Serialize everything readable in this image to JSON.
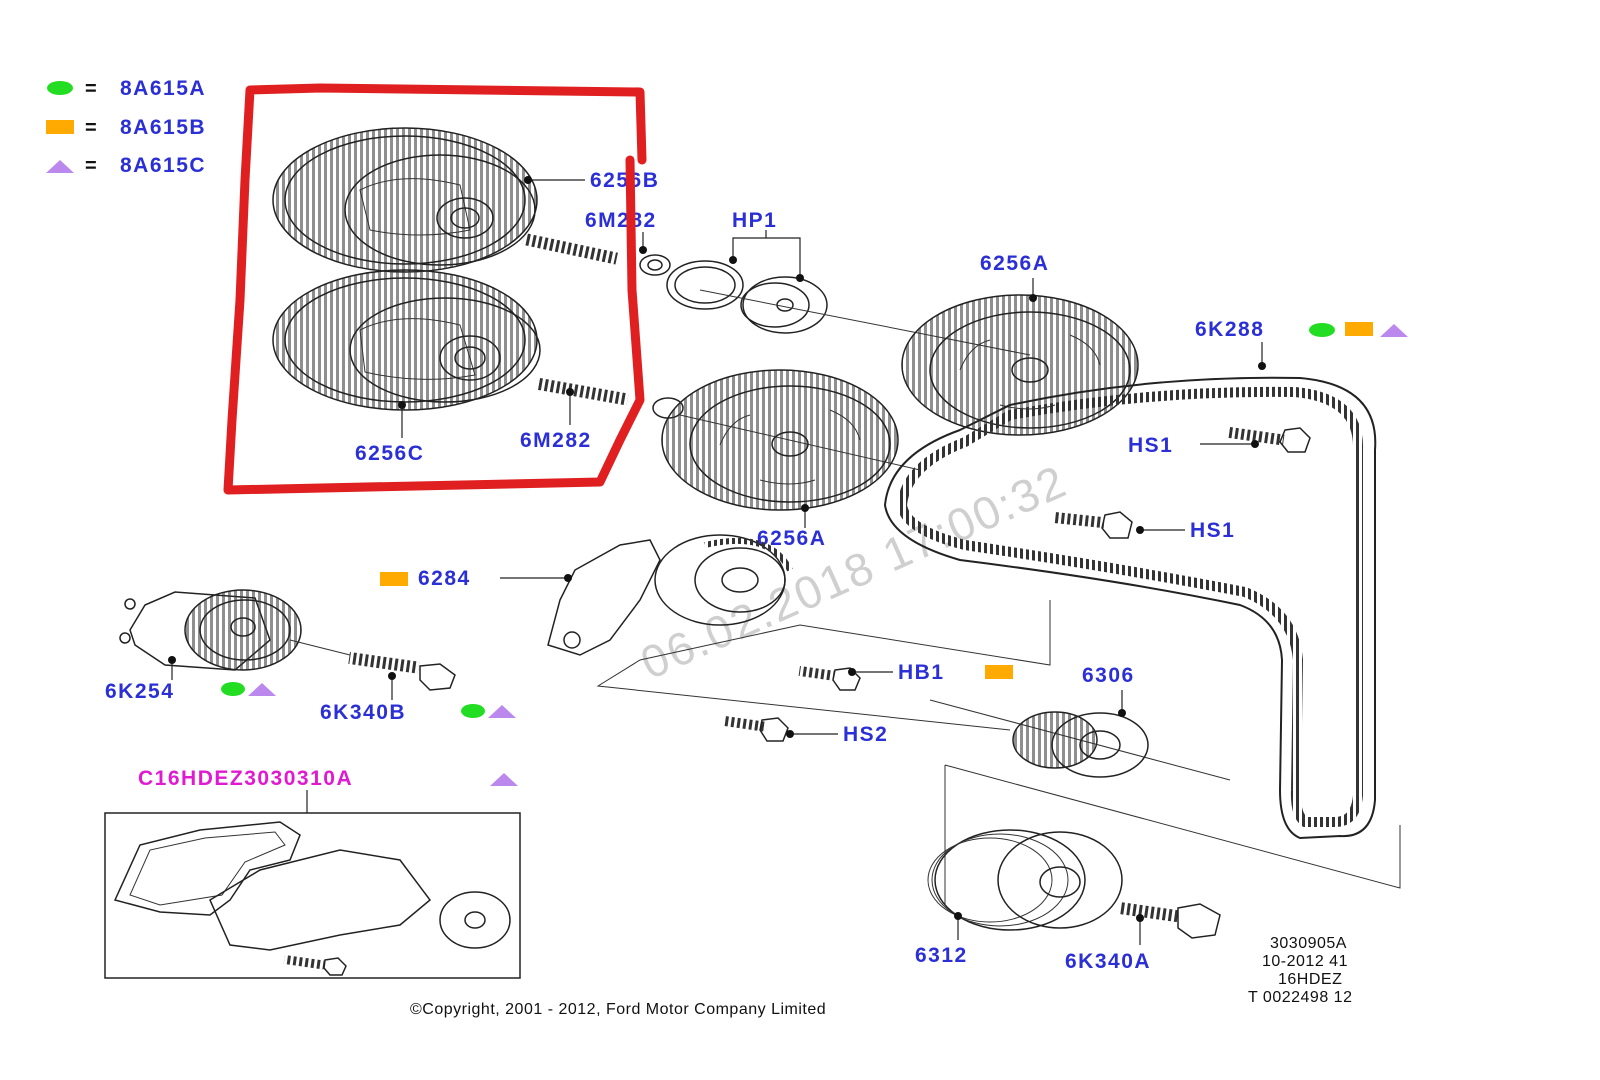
{
  "legend": [
    {
      "symbol": "circle",
      "color": "#22dd22",
      "eq": "=",
      "code": "8A615A"
    },
    {
      "symbol": "square",
      "color": "#ffaa00",
      "eq": "=",
      "code": "8A615B"
    },
    {
      "symbol": "triangle",
      "color": "#bb88ee",
      "eq": "=",
      "code": "8A615C"
    }
  ],
  "labels": {
    "p6256B": "6256B",
    "p6M282_top": "6M282",
    "pHP1": "HP1",
    "p6256A_top": "6256A",
    "p6K288": "6K288",
    "p6256C": "6256C",
    "p6M282_bottom": "6M282",
    "pHS1_top": "HS1",
    "pHS1_mid": "HS1",
    "p6256A_mid": "6256A",
    "p6284": "6284",
    "p6K254": "6K254",
    "p6K340B": "6K340B",
    "pHB1": "HB1",
    "p6306": "6306",
    "pHS2": "HS2",
    "pC16": "C16HDEZ3030310A",
    "p6312": "6312",
    "p6K340A": "6K340A"
  },
  "info_block": [
    "3030905A",
    "10-2012 41",
    "16HDEZ",
    "T 0022498 12"
  ],
  "copyright": "©Copyright, 2001 - 2012, Ford Motor Company Limited",
  "watermark": "06.02.2018 17:00:32",
  "colors": {
    "label_blue": "#2b2fd6",
    "label_magenta": "#e01ad0",
    "highlight_red": "#e02020",
    "green": "#22dd22",
    "orange": "#ffaa00",
    "violet": "#bb88ee"
  }
}
